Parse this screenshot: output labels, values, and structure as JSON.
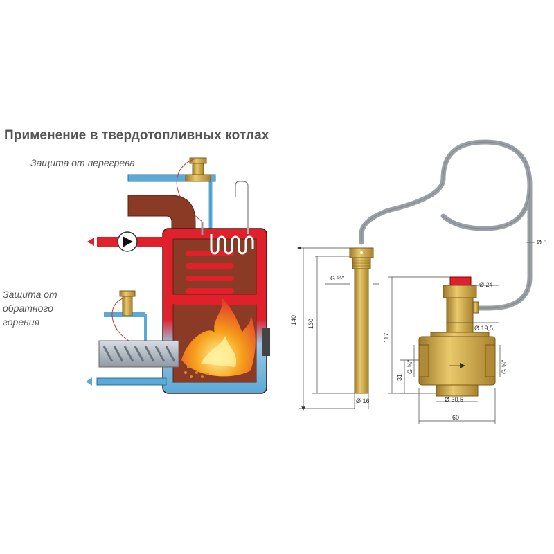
{
  "title": "Применение в твердотопливных котлах",
  "captions": {
    "overheat": "Защита от перегрева",
    "backfire_lines": [
      "Защита от",
      "обратного",
      "горения"
    ]
  },
  "dimensions": {
    "pipe_dia": "Ø 8",
    "top_dia": "Ø 24",
    "body_dia": "Ø 19,5",
    "bottom_dia": "Ø 30,5",
    "sensor_dia": "Ø 16",
    "thread_half": "G ½\"",
    "thread_left": "G ¾\"",
    "thread_right": "G ¾\"",
    "len_140": "140",
    "len_130": "130",
    "len_117": "117",
    "len_31": "31",
    "width_60": "60"
  },
  "colors": {
    "hot": "#e0202a",
    "cold": "#5aa9d6",
    "body": "#8b3a26",
    "brass": "#c8a24a",
    "tube": "#9aa0a6"
  }
}
